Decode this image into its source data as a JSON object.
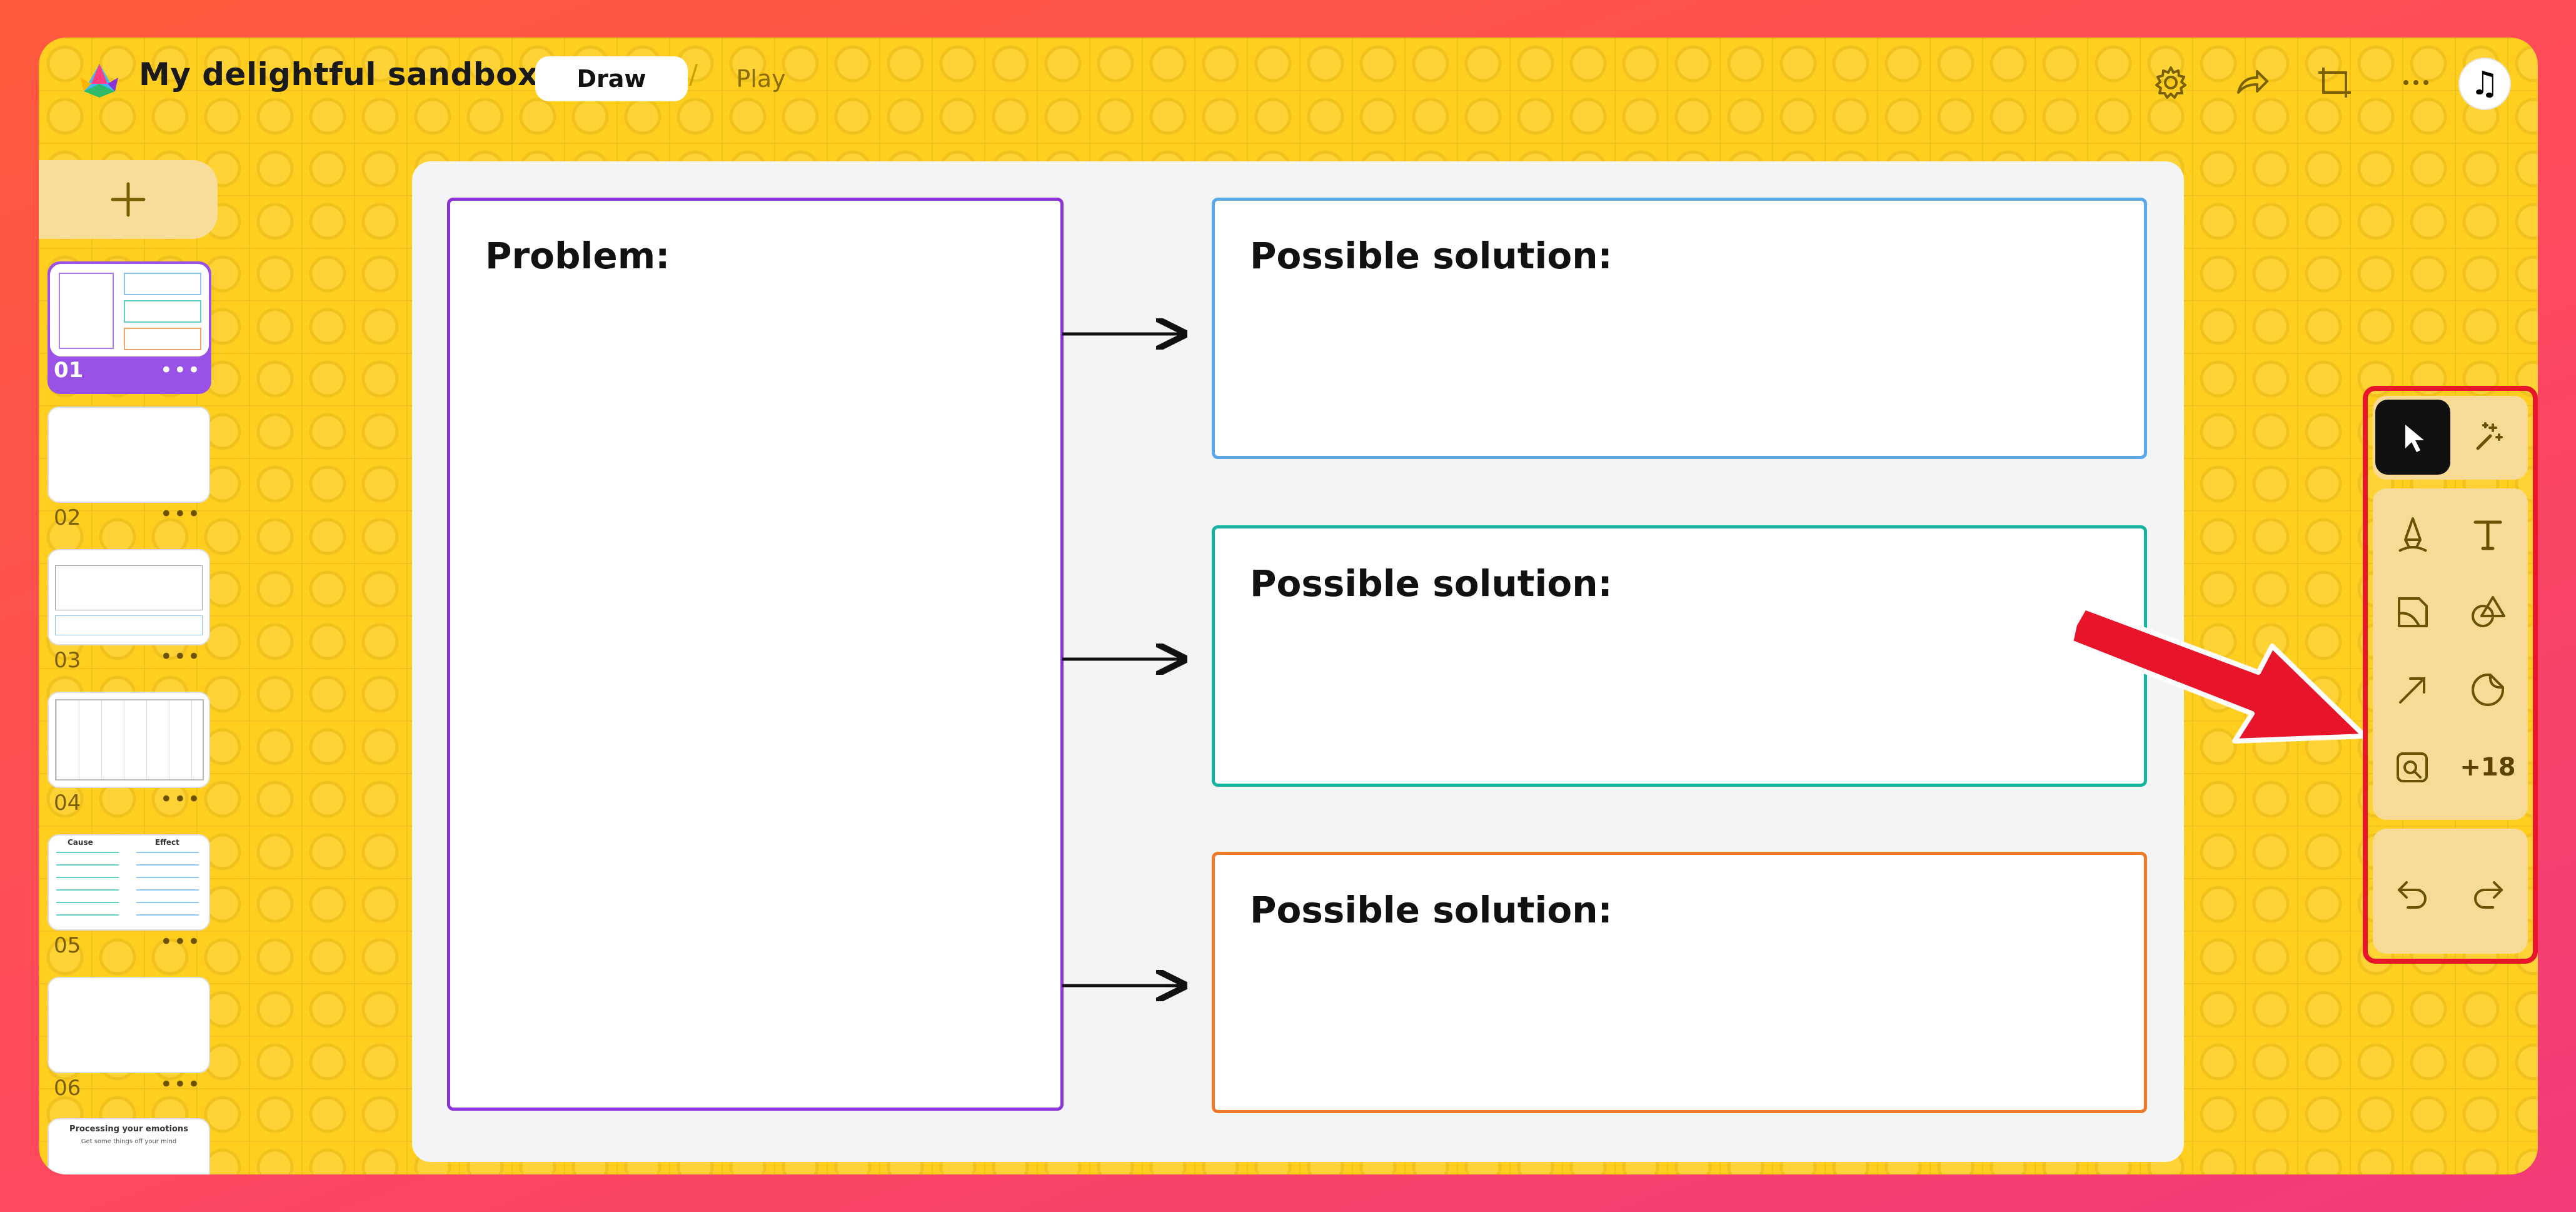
{
  "header": {
    "title": "My delightful sandbox",
    "modes": {
      "draw": "Draw",
      "separator": "/",
      "play": "Play"
    },
    "icons": [
      "gear-icon",
      "share-icon",
      "crop-icon",
      "more-icon"
    ],
    "avatar": {
      "icon": "music-notes-icon",
      "glyph": "♫"
    }
  },
  "sidebar": {
    "add_icon": "plus-icon",
    "boards": [
      {
        "label": "01",
        "active": true
      },
      {
        "label": "02",
        "active": false
      },
      {
        "label": "03",
        "active": false
      },
      {
        "label": "04",
        "active": false
      },
      {
        "label": "05",
        "active": false
      },
      {
        "label": "06",
        "active": false
      }
    ],
    "more_glyph": "•••",
    "board_05_preview": {
      "left": "Cause",
      "right": "Effect"
    },
    "board_07_preview": {
      "title": "Processing your emotions",
      "subtitle": "Get some things off your mind"
    }
  },
  "canvas": {
    "problem": {
      "label": "Problem:",
      "color": "#8a33d8"
    },
    "solutions": [
      {
        "label": "Possible solution:",
        "color": "#5aa8ec"
      },
      {
        "label": "Possible solution:",
        "color": "#14b3a0"
      },
      {
        "label": "Possible solution:",
        "color": "#f07a2a"
      }
    ]
  },
  "toolbar": {
    "tools": [
      "select-icon",
      "magic-icon",
      "pen-icon",
      "text-icon",
      "sticky-note-icon",
      "shapes-icon",
      "arrow-icon",
      "sticker-icon",
      "image-search-icon"
    ],
    "more_label": "+18",
    "undo_icon": "undo-icon",
    "redo_icon": "redo-icon",
    "highlight_color": "#e8142a"
  }
}
